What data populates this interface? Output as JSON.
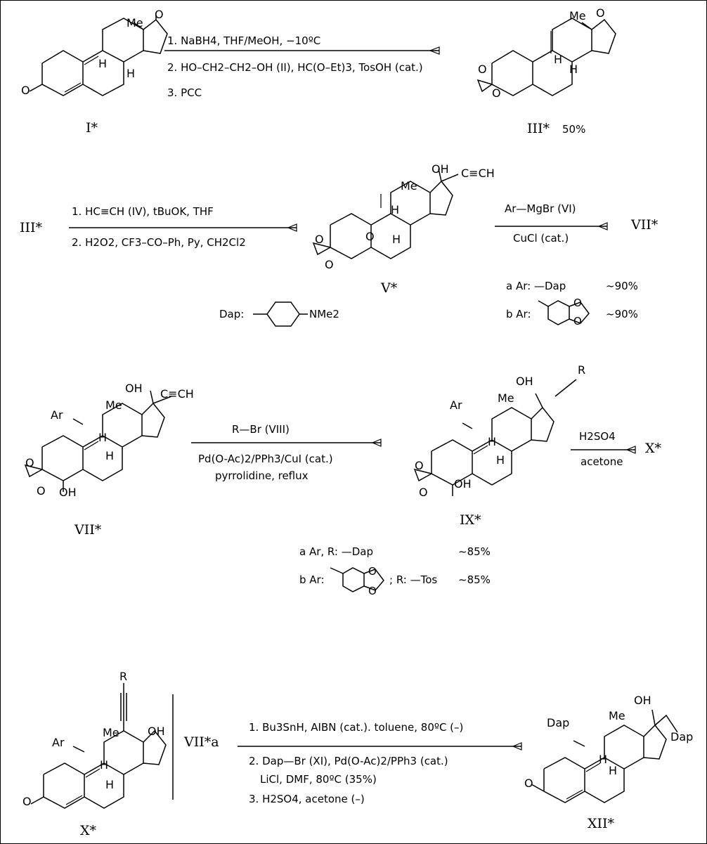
{
  "reactions": [
    {
      "steps": [
        "1. NaBH4, THF/MeOH, −10ºC",
        "2. HO–CH2–CH2–OH (II), HC(O–Et)3, TosOH (cat.)",
        "3. PCC"
      ],
      "start": "I*",
      "product": "III*",
      "yield": "50%"
    },
    {
      "start": "III*",
      "steps": [
        "1. HC≡CH (IV), tBuOK, THF",
        "2. H2O2, CF3–CO–Ph, Py, CH2Cl2"
      ],
      "product": "V*"
    },
    {
      "start": "V*",
      "reagent_top": "Ar—MgBr (VI)",
      "reagent_bottom": "CuCl (cat.)",
      "product": "VII*",
      "variants": [
        {
          "label": "a Ar: —Dap",
          "yield": "~90%"
        },
        {
          "label": "b Ar:",
          "yield": "~90%"
        }
      ]
    },
    {
      "start": "VII*",
      "reagent_top": "R—Br (VIII)",
      "reagent_bottom": [
        "Pd(O-Ac)2/PPh3/CuI (cat.)",
        "pyrrolidine, reflux"
      ],
      "product": "IX*",
      "variants": [
        {
          "label": "a Ar, R: —Dap",
          "yield": "~85%"
        },
        {
          "label": "b Ar:",
          "r_label": "; R: —Tos",
          "yield": "~85%"
        }
      ]
    },
    {
      "start": "IX*",
      "reagent_top": "H2SO4",
      "reagent_bottom": "acetone",
      "product": "X*"
    },
    {
      "start": "VII*a",
      "steps": [
        "1. Bu3SnH, AIBN (cat.). toluene, 80ºC (–)",
        "2. Dap—Br (XI), Pd(O-Ac)2/PPh3 (cat.)",
        "LiCl, DMF, 80ºC (35%)",
        "3. H2SO4, acetone (–)"
      ],
      "product": "XII*"
    }
  ],
  "dap_definition": {
    "label": "Dap:",
    "group": "NMe2"
  },
  "compound_labels": {
    "I": "I*",
    "III": "III*",
    "V": "V*",
    "VII": "VII*",
    "IX": "IX*",
    "X": "X*",
    "XII": "XII*"
  },
  "atom_labels": {
    "me": "Me",
    "h": "H",
    "o": "O",
    "oh": "OH",
    "ar": "Ar",
    "r": "R",
    "dap": "Dap",
    "ethyne": "C≡CH"
  }
}
